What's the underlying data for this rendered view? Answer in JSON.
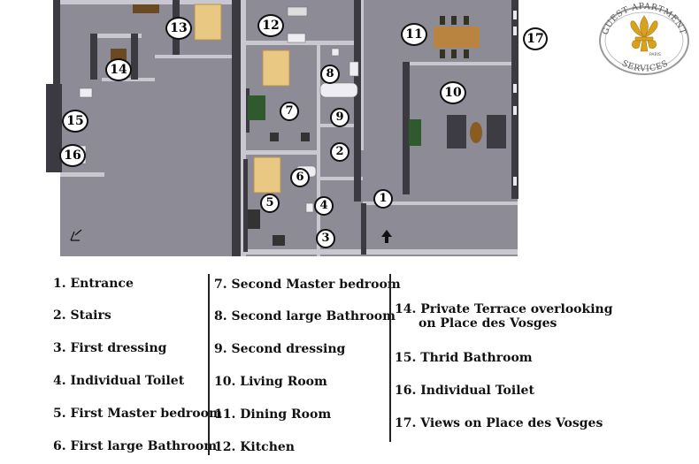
{
  "plan": {
    "room_numbers": [
      "1",
      "2",
      "3",
      "4",
      "5",
      "6",
      "7",
      "8",
      "9",
      "10",
      "11",
      "12",
      "13",
      "14",
      "15",
      "16",
      "17"
    ]
  },
  "logo": {
    "top_text": "GUEST APARTMENT",
    "city_text": "PARIS",
    "bottom_text": "SERVICES"
  },
  "legend": {
    "col1": [
      "1. Entrance",
      "2. Stairs",
      "3. First dressing",
      "4. Individual Toilet",
      "5. First Master bedroom",
      "6. First large Bathroom"
    ],
    "col2": [
      "7. Second Master bedroom",
      "8. Second large Bathroom",
      "9. Second dressing",
      "10. Living Room",
      "11. Dining Room",
      "12. Kitchen"
    ],
    "col3": [
      {
        "line1": "14. Private Terrace overlooking",
        "line2": "on Place des Vosges"
      },
      {
        "line1": "15. Thrid Bathroom"
      },
      {
        "line1": "16. Individual Toilet"
      },
      {
        "line1": "17. Views on Place des Vosges"
      }
    ]
  },
  "colors": {
    "floor": "#8c8b96",
    "wall": "#c4c3cc",
    "wall_dark": "#3a3a40",
    "bed": "#e9c884",
    "gold": "#d8a21f"
  }
}
